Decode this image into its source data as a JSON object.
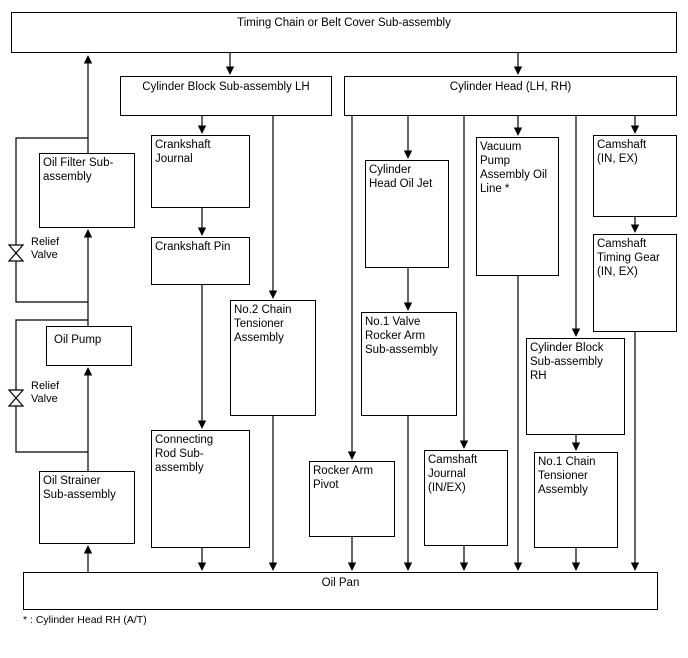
{
  "boxes": {
    "timing_cover": "Timing Chain or Belt Cover Sub-assembly",
    "cyl_block_lh": "Cylinder Block Sub-assembly LH",
    "cyl_head": "Cylinder Head (LH, RH)",
    "oil_filter": "Oil Filter Sub-\nassembly",
    "oil_pump": "Oil Pump",
    "oil_strainer": "Oil Strainer\nSub-assembly",
    "crank_journal": "Crankshaft\nJournal",
    "crank_pin": "Crankshaft Pin",
    "no2_tensioner": "No.2 Chain\nTensioner\nAssembly",
    "conn_rod": "Connecting\nRod Sub-\nassembly",
    "cyl_head_oil_jet": "Cylinder\nHead Oil Jet",
    "no1_valve_rocker": "No.1 Valve\nRocker Arm\nSub-assembly",
    "rocker_pivot": "Rocker Arm\nPivot",
    "vacuum_pump": "Vacuum\nPump\nAssembly Oil\nLine *",
    "cam_journal": "Camshaft\nJournal\n(IN/EX)",
    "camshaft": "Camshaft\n(IN, EX)",
    "cam_timing_gear": "Camshaft\nTiming Gear\n(IN, EX)",
    "cyl_block_rh": "Cylinder Block\nSub-assembly\nRH",
    "no1_tensioner": "No.1 Chain\nTensioner\nAssembly",
    "oil_pan": "Oil Pan"
  },
  "valves": {
    "relief_upper": "Relief\nValve",
    "relief_lower": "Relief\nValve"
  },
  "footnote": "* : Cylinder Head RH (A/T)"
}
